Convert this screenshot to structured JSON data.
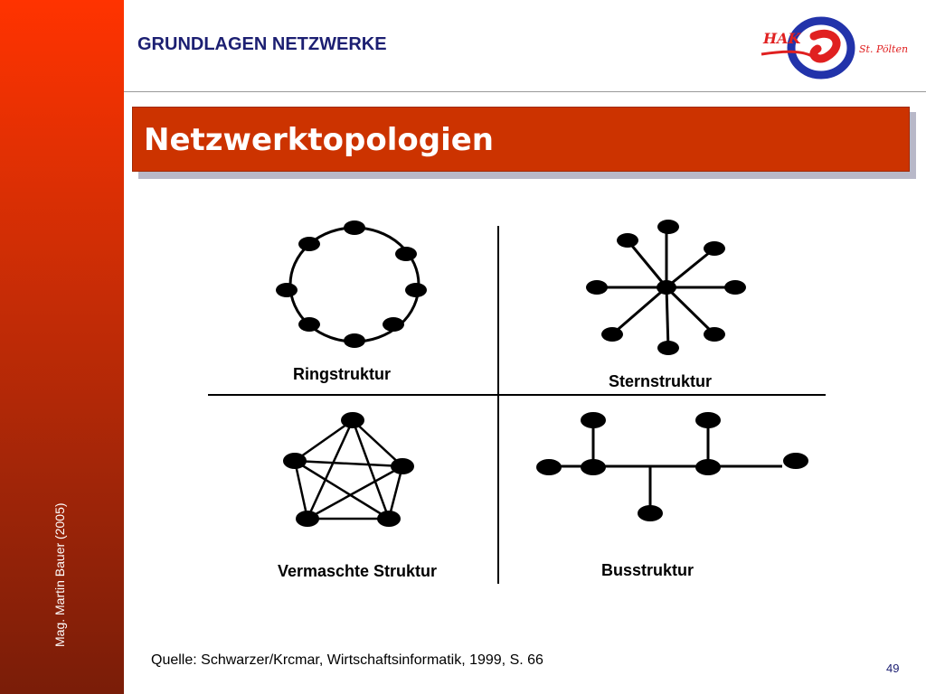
{
  "header": {
    "section_title": "GRUNDLAGEN NETZWERKE",
    "logo_text_left": "HAK",
    "logo_text_right": "St. Pölten"
  },
  "title": "Netzwerktopologien",
  "sidebar": {
    "author": "Mag. Martin Bauer (2005)"
  },
  "diagram": {
    "ring_label": "Ringstruktur",
    "star_label": "Sternstruktur",
    "mesh_label": "Vermaschte Struktur",
    "bus_label": "Busstruktur"
  },
  "footer": {
    "source": "Quelle: Schwarzer/Krcmar, Wirtschaftsinformatik, 1999, S. 66",
    "page_number": "49"
  },
  "colors": {
    "accent": "#cc3300",
    "navy": "#1c1f72",
    "logo_blue": "#2233aa",
    "logo_red": "#e02020"
  }
}
